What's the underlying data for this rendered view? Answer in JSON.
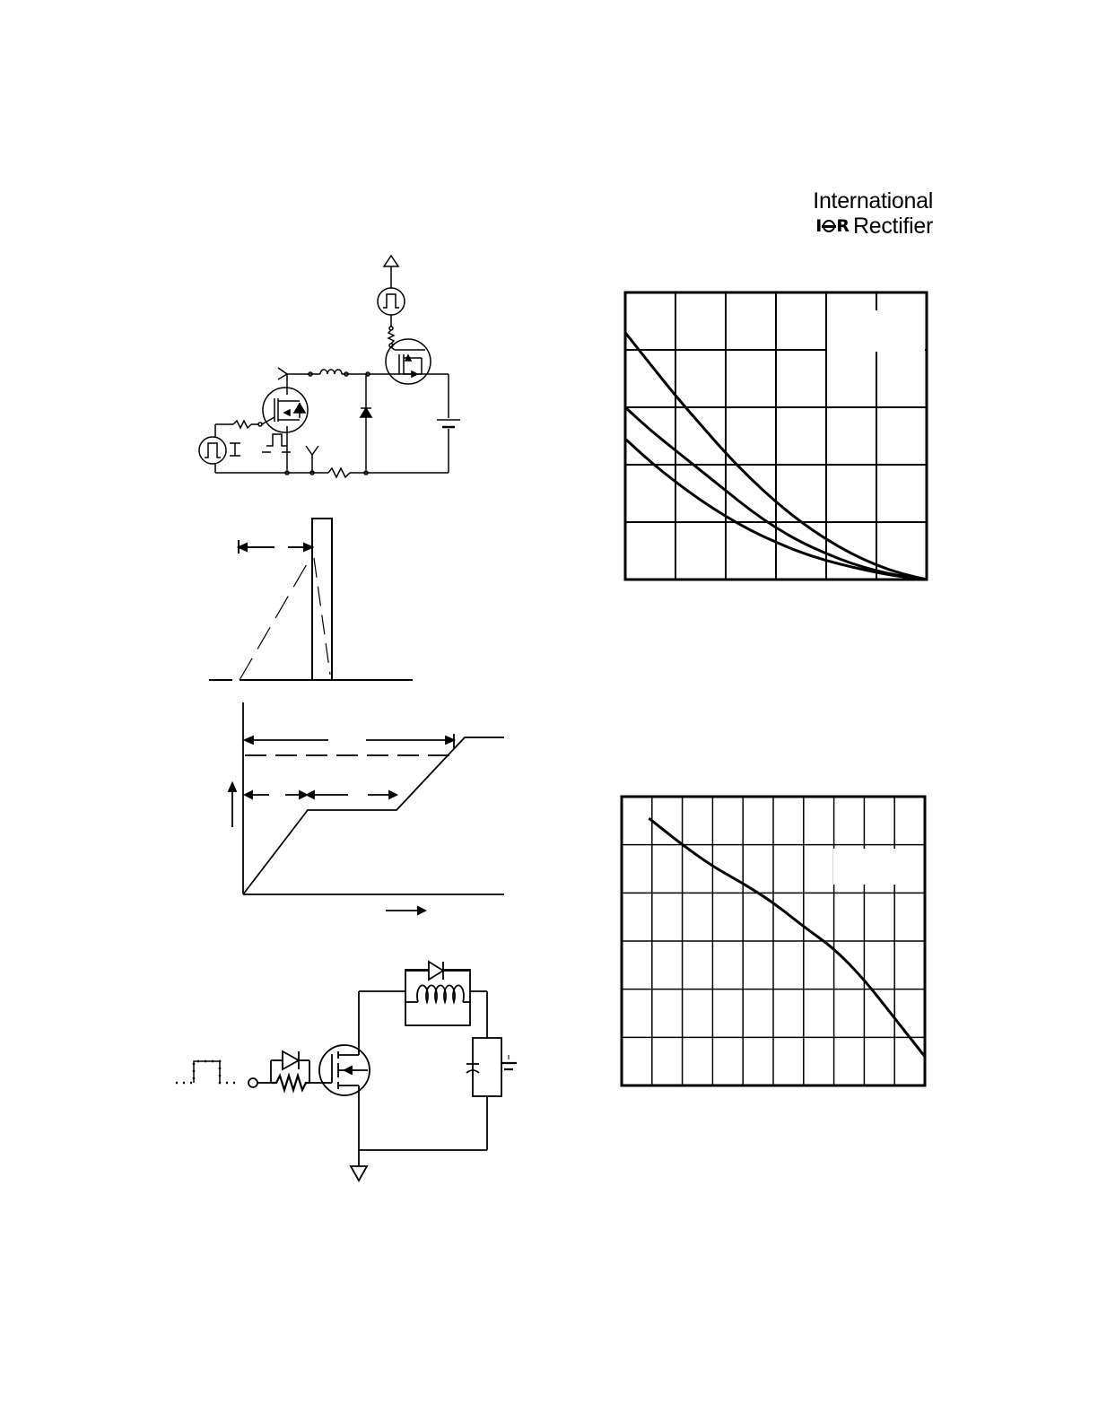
{
  "header": {
    "brand_line1": "International",
    "brand_logo": "IOR",
    "brand_line2": "Rectifier"
  },
  "figures": [
    {
      "name": "uis-test-circuit",
      "kind": "circuit"
    },
    {
      "name": "uis-waveform",
      "kind": "waveform"
    },
    {
      "name": "gate-charge-waveform",
      "kind": "waveform"
    },
    {
      "name": "gate-charge-test-circuit",
      "kind": "circuit"
    },
    {
      "name": "top-right-graph",
      "kind": "curve-grid"
    },
    {
      "name": "bottom-right-graph",
      "kind": "curve-grid"
    }
  ],
  "chart_data": [
    {
      "type": "line",
      "title": "",
      "xlabel": "",
      "ylabel": "",
      "grid": true,
      "grid_divisions": {
        "x": 6,
        "y": 5
      },
      "series": [
        {
          "x": [
            0,
            0.5,
            1,
            1.5,
            2,
            2.5,
            3,
            3.5,
            4,
            4.5,
            5,
            5.5,
            6
          ],
          "y": [
            4.3,
            3.75,
            3.2,
            2.7,
            2.2,
            1.75,
            1.35,
            1.0,
            0.7,
            0.45,
            0.25,
            0.1,
            0.0
          ]
        },
        {
          "x": [
            0,
            0.5,
            1,
            1.5,
            2,
            2.5,
            3,
            3.5,
            4,
            4.5,
            5,
            5.5,
            6
          ],
          "y": [
            3.0,
            2.6,
            2.25,
            1.9,
            1.55,
            1.2,
            0.9,
            0.65,
            0.45,
            0.28,
            0.15,
            0.06,
            0.0
          ]
        },
        {
          "x": [
            0,
            0.5,
            1,
            1.5,
            2,
            2.5,
            3,
            3.5,
            4,
            4.5,
            5,
            5.5,
            6
          ],
          "y": [
            2.45,
            2.05,
            1.7,
            1.38,
            1.1,
            0.85,
            0.65,
            0.47,
            0.33,
            0.22,
            0.12,
            0.05,
            0.0
          ]
        }
      ]
    },
    {
      "type": "line",
      "title": "",
      "xlabel": "",
      "ylabel": "",
      "grid": true,
      "grid_divisions": {
        "x": 10,
        "y": 6
      },
      "series": [
        {
          "x": [
            0.9,
            2,
            3,
            4,
            5,
            6,
            7,
            8,
            9,
            10
          ],
          "y": [
            5.55,
            5.0,
            4.55,
            4.2,
            3.8,
            3.3,
            2.85,
            2.2,
            1.4,
            0.6
          ]
        }
      ]
    }
  ]
}
